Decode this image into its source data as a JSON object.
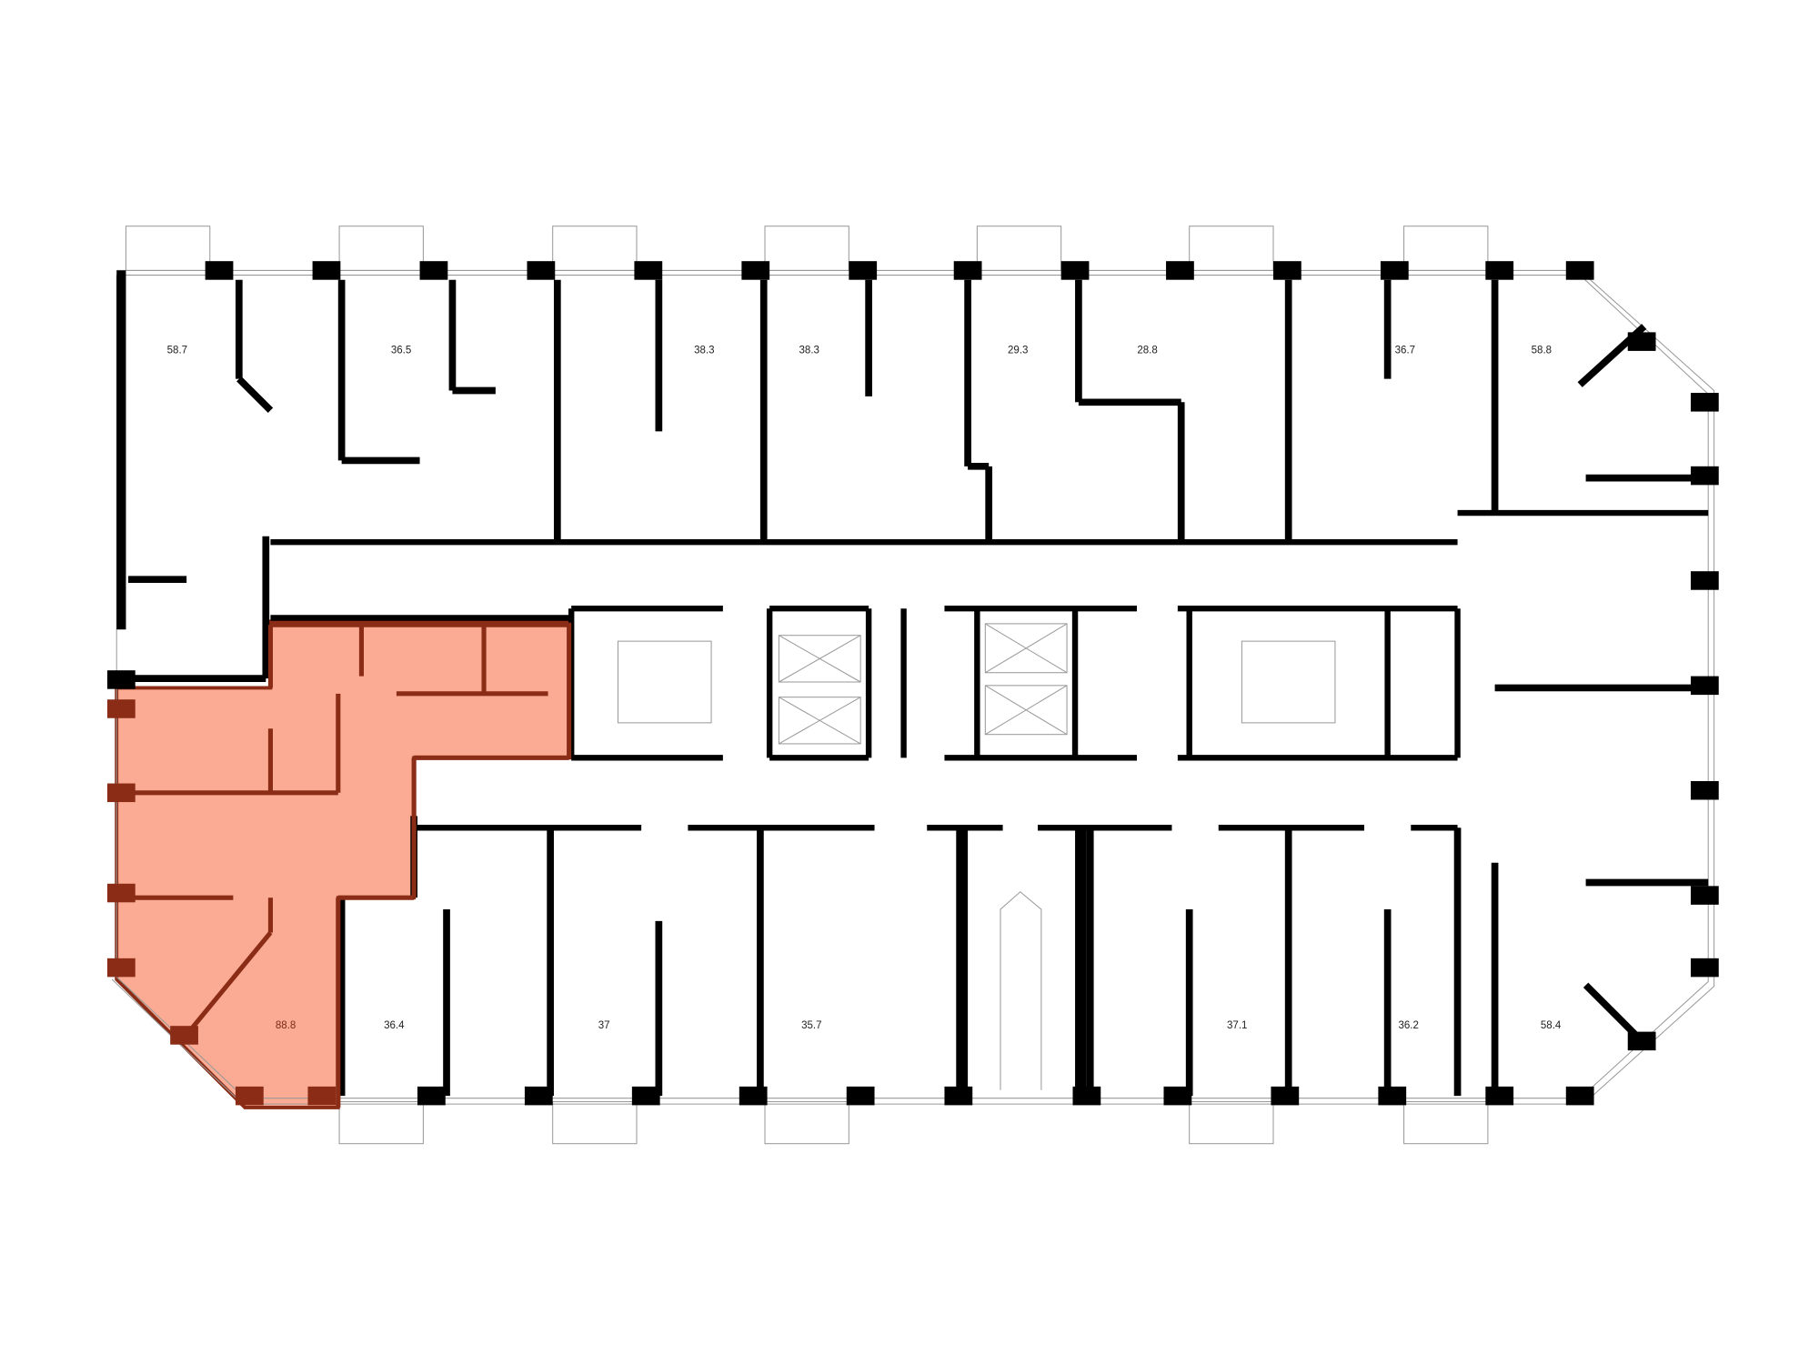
{
  "plan": {
    "highlight_fill": "#fbab93",
    "highlight_stroke": "#8a2c16",
    "selected_unit": "88.8",
    "units_top": [
      "58.7",
      "36.5",
      "38.3",
      "38.3",
      "29.3",
      "28.8",
      "36.7",
      "58.8"
    ],
    "units_bottom": [
      "88.8",
      "36.4",
      "37",
      "35.7",
      "37.1",
      "36.2",
      "58.4"
    ]
  }
}
